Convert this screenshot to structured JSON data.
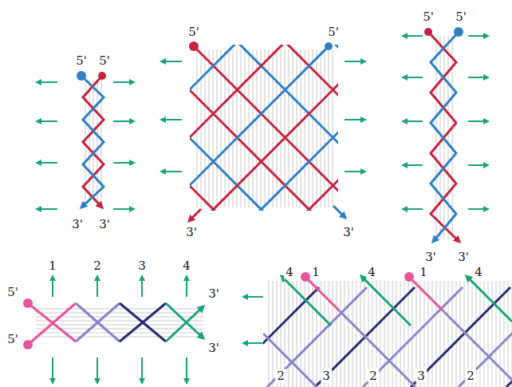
{
  "diagram": {
    "labels": [
      "5'",
      "5'",
      "3'",
      "3'",
      "5'",
      "5'",
      "3'",
      "3'",
      "5'",
      "5'",
      "3'",
      "3'",
      "1",
      "2",
      "3",
      "4",
      "5'",
      "3'",
      "5'",
      "3'",
      "4",
      "1",
      "4",
      "1",
      "4",
      "2",
      "3",
      "2",
      "3",
      "2"
    ]
  }
}
